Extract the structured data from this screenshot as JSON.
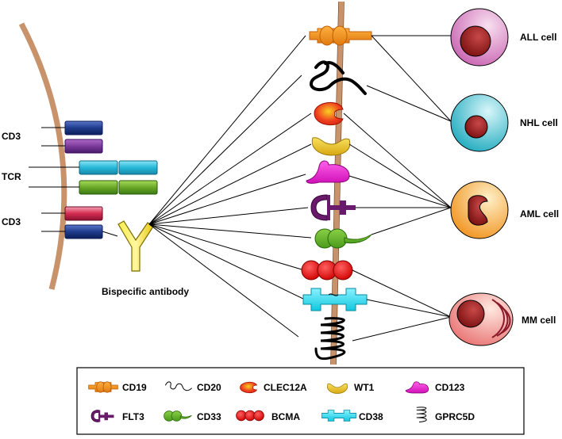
{
  "tcell": {
    "labels": [
      "CD3",
      "TCR",
      "CD3"
    ],
    "antibody_label": "Bispecific antibody"
  },
  "cells": [
    {
      "name": "ALL cell",
      "color": "#d97fc4"
    },
    {
      "name": "NHL cell",
      "color": "#21b2c4"
    },
    {
      "name": "AML cell",
      "color": "#f39b1f"
    },
    {
      "name": "MM cell",
      "color": "#f08080"
    }
  ],
  "antigens": [
    {
      "id": "CD19",
      "color": "#f39b1f",
      "icon": "cd19-icon"
    },
    {
      "id": "CD20",
      "color": "#000000",
      "icon": "cd20-icon"
    },
    {
      "id": "CLEC12A",
      "color": "#f04020",
      "icon": "clec12a-icon"
    },
    {
      "id": "WT1",
      "color": "#e8c022",
      "icon": "wt1-icon"
    },
    {
      "id": "CD123",
      "color": "#e81ad0",
      "icon": "cd123-icon"
    },
    {
      "id": "FLT3",
      "color": "#6a1a6a",
      "icon": "flt3-icon"
    },
    {
      "id": "CD33",
      "color": "#5cb82c",
      "icon": "cd33-icon"
    },
    {
      "id": "BCMA",
      "color": "#ea1b1b",
      "icon": "bcma-icon"
    },
    {
      "id": "CD38",
      "color": "#22d8ee",
      "icon": "cd38-icon"
    },
    {
      "id": "GPRC5D",
      "color": "#000000",
      "icon": "gprc5d-icon"
    }
  ],
  "legend": {
    "items": [
      "CD19",
      "CD20",
      "CLEC12A",
      "WT1",
      "CD123",
      "FLT3",
      "CD33",
      "BCMA",
      "CD38",
      "GPRC5D"
    ]
  },
  "colors": {
    "membrane": "#c8926a",
    "nucleus": "#8b1a1a",
    "antibody": "#f5e020"
  }
}
